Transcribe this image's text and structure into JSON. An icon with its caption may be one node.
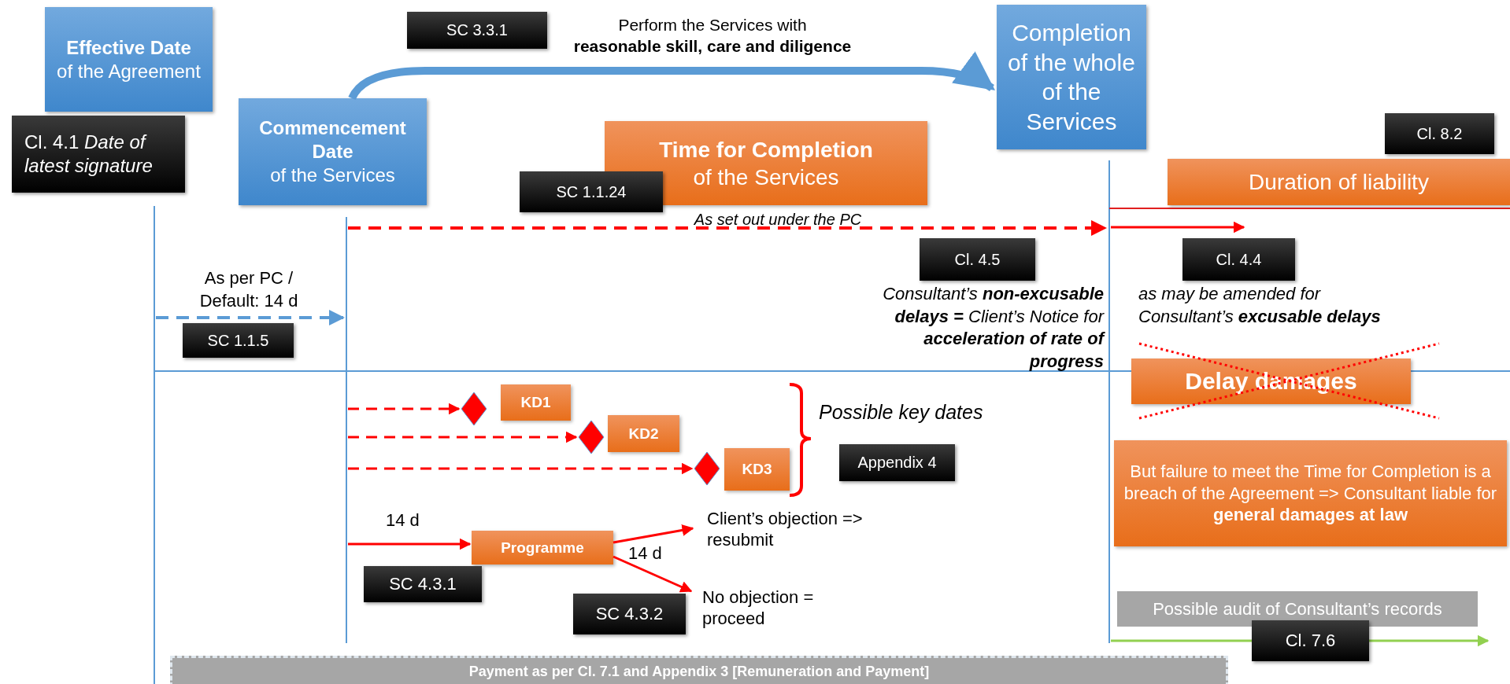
{
  "diagram": {
    "nodes": [
      {
        "text": [
          "**Effective Date** of the Agreement"
        ]
      },
      {
        "text": [
          "Cl. 4.1 *Date of latest signature*"
        ]
      },
      {
        "text": [
          "**Commencement Date** of the Services"
        ]
      },
      {
        "text": [
          "SC 3.3.1"
        ]
      },
      {
        "text": [
          "Completion of the whole of the Services"
        ]
      },
      {
        "text": [
          "**Time for Completion** of the Services"
        ]
      },
      {
        "text": [
          "SC 1.1.24"
        ]
      },
      {
        "text": [
          "Cl. 8.2"
        ]
      },
      {
        "text": [
          "Duration of liability"
        ]
      },
      {
        "text": [
          "Cl. 4.5"
        ]
      },
      {
        "text": [
          "Cl. 4.4"
        ]
      },
      {
        "text": [
          "SC 1.1.5"
        ]
      },
      {
        "text": [
          "Delay damages"
        ]
      },
      {
        "text": [],
        "shape": "diamond"
      },
      {
        "text": [
          "KD1"
        ]
      },
      {
        "text": [],
        "shape": "diamond"
      },
      {
        "text": [
          "KD2"
        ]
      },
      {
        "text": [],
        "shape": "diamond"
      },
      {
        "text": [
          "KD3"
        ]
      },
      {
        "text": [
          "Appendix 4"
        ]
      },
      {
        "text": [
          "Programme"
        ]
      },
      {
        "text": [
          "Client’s objection => resubmit"
        ]
      },
      {
        "text": [
          "SC 4.3.1"
        ]
      },
      {
        "text": [
          "No objection = proceed"
        ]
      },
      {
        "text": [
          "SC 4.3.2"
        ]
      },
      {
        "text": [
          "But failure to meet the Time for Completion is a breach of the Agreement => Consultant liable for **general damages at law**"
        ]
      },
      {
        "text": [
          "Possible audit of Consultant’s records"
        ]
      },
      {
        "text": [
          "Cl. 7.6"
        ]
      },
      {
        "text": [
          "Payment as per Cl. 7.1 and Appendix 3 [Remuneration and Payment]"
        ]
      }
    ],
    "edges": [
      {
        "from": 2,
        "to": 4,
        "arrow": "to",
        "label": "Perform the Services with **reasonable skill, care and diligence**",
        "style": "thick",
        "color": "#5b9bd5"
      },
      {
        "from": null,
        "to": 13,
        "arrow": "to",
        "style": "dashed"
      },
      {
        "from": null,
        "to": 15,
        "arrow": "to",
        "style": "dashed"
      },
      {
        "from": null,
        "to": 17,
        "arrow": "to",
        "style": "dashed"
      },
      {
        "from": null,
        "to": 20,
        "arrow": "to"
      },
      {
        "from": 20,
        "to": 21,
        "arrow": "to"
      },
      {
        "from": 20,
        "to": 23,
        "arrow": "to"
      }
    ],
    "labels": [
      "As set out under the PC",
      "As per PC / Default: 14 d",
      "Consultant’s **non-excusable delays =** Client’s Notice for **acceleration of rate of progress**",
      "as may be amended for Consultant’s **excusable delays**",
      "Possible key dates",
      "14 d",
      "14 d"
    ]
  }
}
